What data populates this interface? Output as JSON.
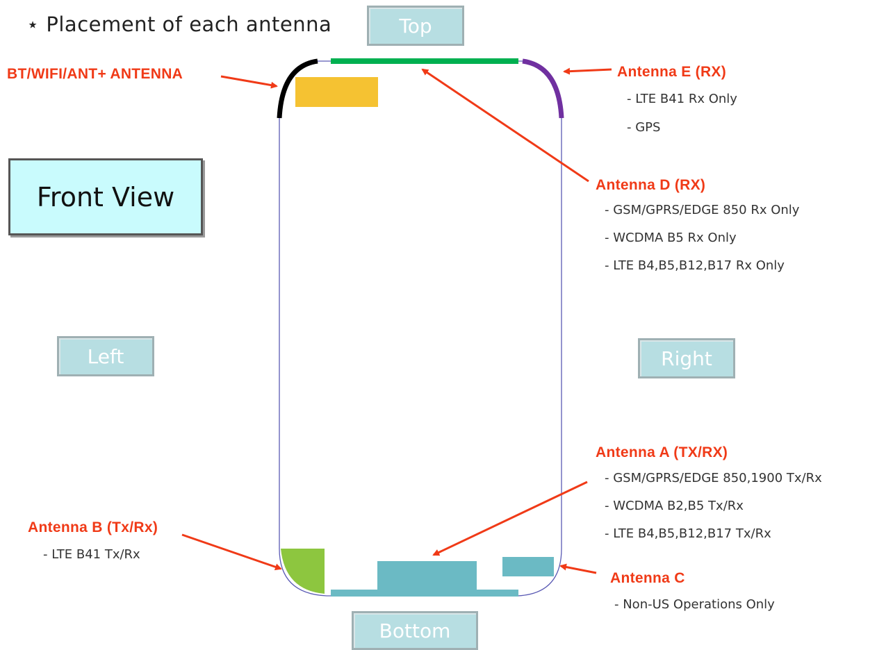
{
  "title": "⋆ Placement of each antenna",
  "front_view_label": "Front View",
  "sides": {
    "top": "Top",
    "left": "Left",
    "right": "Right",
    "bottom": "Bottom"
  },
  "antennas": {
    "bt_wifi": {
      "title": "BT/WIFI/ANT+  ANTENNA",
      "color": "#f5c232"
    },
    "e": {
      "title": "Antenna E (RX)",
      "items": [
        "- LTE B41 Rx Only",
        "- GPS"
      ],
      "color": "#7030a0"
    },
    "d": {
      "title": "Antenna D (RX)",
      "items": [
        "- GSM/GPRS/EDGE 850 Rx Only",
        "- WCDMA B5 Rx Only",
        "- LTE B4,B5,B12,B17 Rx Only"
      ],
      "color": "#00b050"
    },
    "a": {
      "title": "Antenna A (TX/RX)",
      "items": [
        "- GSM/GPRS/EDGE 850,1900 Tx/Rx",
        "- WCDMA B2,B5 Tx/Rx",
        "- LTE B4,B5,B12,B17 Tx/Rx"
      ],
      "color": "#6bbac4"
    },
    "b": {
      "title": "Antenna B (Tx/Rx)",
      "items": [
        "- LTE B41 Tx/Rx"
      ],
      "color": "#8dc63f"
    },
    "c": {
      "title": "Antenna C",
      "items": [
        "- Non-US Operations Only"
      ],
      "color": "#6bbac4"
    }
  },
  "colors": {
    "arrow": "#f03a17",
    "bt_curve": "#000000",
    "outline": "#5a5ab4"
  }
}
